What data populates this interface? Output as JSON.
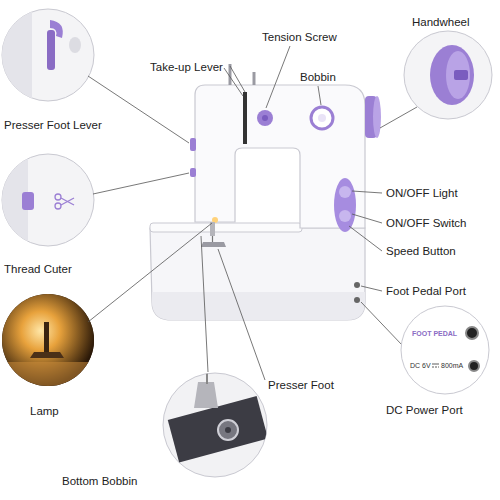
{
  "diagram": {
    "nodes": [
      {
        "text": [
          "FOOT PEDAL",
          "DC 6V",
          "800mA"
        ]
      }
    ],
    "labels": [
      "Handwheel",
      "Tension Screw",
      "Take-up Lever",
      "Bobbin",
      "Presser Foot Lever",
      "ON/OFF Light",
      "ON/OFF Switch",
      "Speed Button",
      "Thread Cuter",
      "Foot Pedal Port",
      "Lamp",
      "Presser Foot",
      "DC Power Port",
      "Bottom Bobbin"
    ]
  }
}
